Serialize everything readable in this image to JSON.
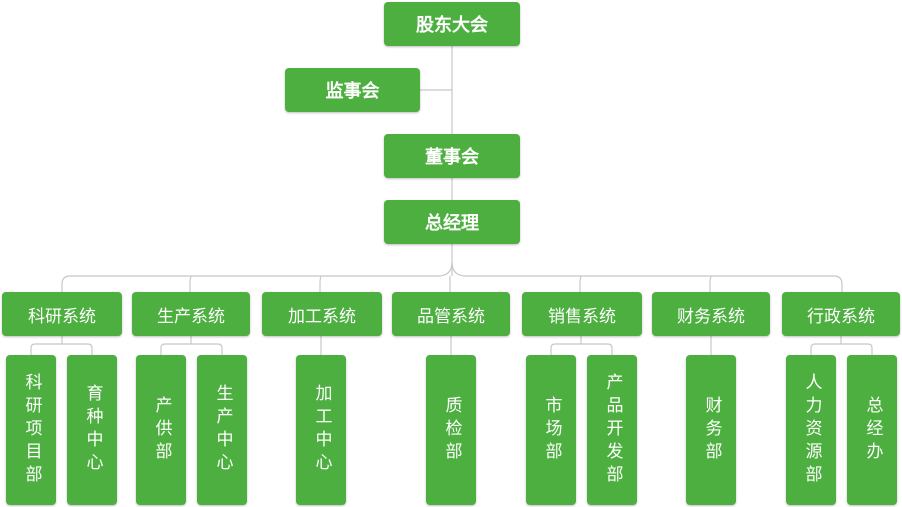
{
  "colors": {
    "box": "#4caf3f",
    "line": "#c8c8c8",
    "text": "#ffffff"
  },
  "top": {
    "shareholders": "股东大会",
    "supervisors": "监事会",
    "board": "董事会",
    "gm": "总经理"
  },
  "systems": [
    {
      "label": "科研系统",
      "depts": [
        "科研项目部",
        "育种中心"
      ]
    },
    {
      "label": "生产系统",
      "depts": [
        "产供部",
        "生产中心"
      ]
    },
    {
      "label": "加工系统",
      "depts": [
        "加工中心"
      ]
    },
    {
      "label": "品管系统",
      "depts": [
        "质检部"
      ]
    },
    {
      "label": "销售系统",
      "depts": [
        "市场部",
        "产品开发部"
      ]
    },
    {
      "label": "财务系统",
      "depts": [
        "财务部"
      ]
    },
    {
      "label": "行政系统",
      "depts": [
        "人力资源部",
        "总经办"
      ]
    }
  ]
}
